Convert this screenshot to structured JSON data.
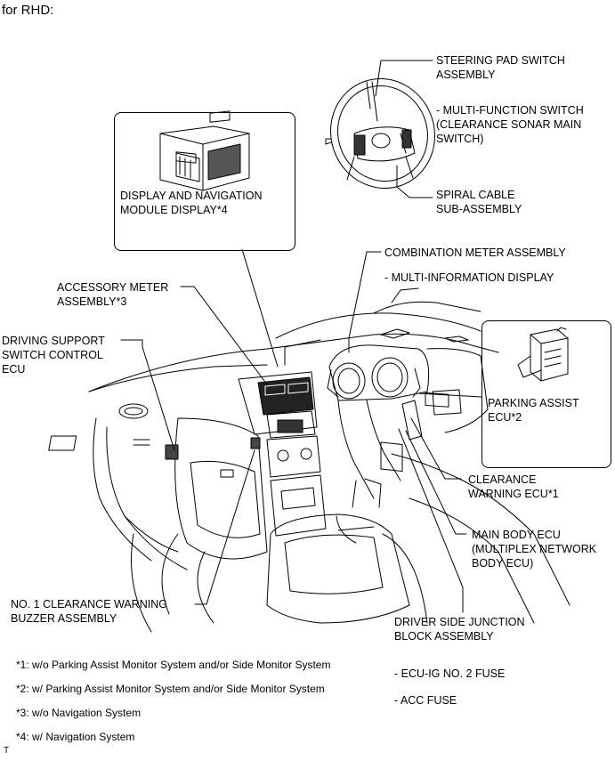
{
  "header": "for RHD:",
  "labels": {
    "steering_pad": "STEERING PAD SWITCH\nASSEMBLY",
    "multi_function": "- MULTI-FUNCTION SWITCH\n(CLEARANCE SONAR MAIN\nSWITCH)",
    "spiral_cable": "SPIRAL CABLE\nSUB-ASSEMBLY",
    "display_nav": "DISPLAY AND NAVIGATION\nMODULE DISPLAY*4",
    "combination_meter": "COMBINATION METER ASSEMBLY",
    "multi_info": "- MULTI-INFORMATION DISPLAY",
    "accessory_meter": "ACCESSORY METER\nASSEMBLY*3",
    "driving_support": "DRIVING SUPPORT\nSWITCH CONTROL\nECU",
    "parking_assist": "PARKING ASSIST\nECU*2",
    "clearance_warning_ecu": "CLEARANCE\nWARNING ECU*1",
    "main_body": "MAIN BODY ECU\n(MULTIPLEX NETWORK\nBODY ECU)",
    "buzzer": "NO. 1 CLEARANCE WARNING\nBUZZER ASSEMBLY",
    "junction_block": "DRIVER SIDE JUNCTION\nBLOCK ASSEMBLY",
    "ecu_ig_fuse": "- ECU-IG NO. 2 FUSE",
    "acc_fuse": "- ACC FUSE"
  },
  "notes": [
    "*1: w/o Parking Assist Monitor System and/or Side Monitor System",
    "*2: w/ Parking Assist Monitor System and/or Side Monitor System",
    "*3: w/o Navigation System",
    "*4: w/ Navigation System"
  ],
  "corner_mark": "T"
}
